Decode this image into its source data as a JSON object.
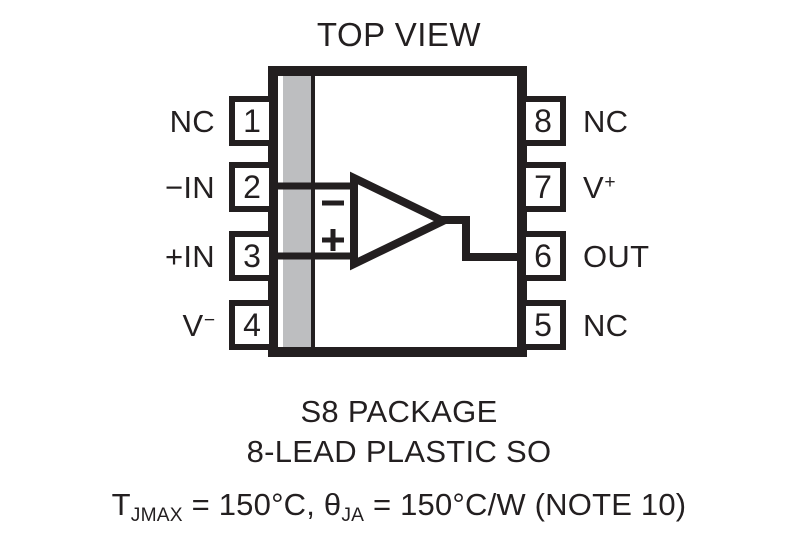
{
  "diagram": {
    "title": "TOP VIEW",
    "caption_line1": "S8 PACKAGE",
    "caption_line2": "8-LEAD PLASTIC SO",
    "colors": {
      "outline": "#231f20",
      "gray_bar": "#bdbec0",
      "background": "#ffffff"
    },
    "opamp": {
      "inverting_marker": "−",
      "noninverting_marker": "+"
    },
    "left_pins": [
      {
        "number": "1",
        "label": "NC"
      },
      {
        "number": "2",
        "label_prefix": "−",
        "label_suffix": "IN",
        "label": "−IN"
      },
      {
        "number": "3",
        "label_prefix": "+",
        "label_suffix": "IN",
        "label": "+IN"
      },
      {
        "number": "4",
        "label_base": "V",
        "label_sup": "−",
        "label": "V−"
      }
    ],
    "right_pins": [
      {
        "number": "8",
        "label": "NC"
      },
      {
        "number": "7",
        "label_base": "V",
        "label_sup": "+",
        "label": "V+"
      },
      {
        "number": "6",
        "label": "OUT"
      },
      {
        "number": "5",
        "label": "NC"
      }
    ],
    "thermal": {
      "t_symbol": "T",
      "t_subscript": "JMAX",
      "t_value": " = 150°C, ",
      "theta_symbol": "θ",
      "theta_subscript": "JA",
      "theta_value": " = 150°C/W (NOTE 10)"
    }
  }
}
